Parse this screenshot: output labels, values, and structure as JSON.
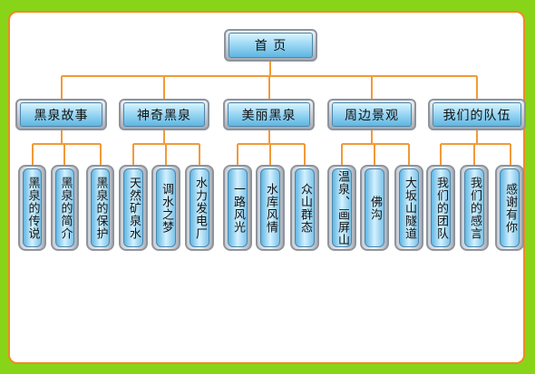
{
  "root": {
    "label": "首 页"
  },
  "sections": [
    {
      "label": "黑泉故事",
      "children": [
        "黑泉的传说",
        "黑泉的简介",
        "黑泉的保护"
      ]
    },
    {
      "label": "神奇黑泉",
      "children": [
        "天然矿泉水",
        "调水之梦",
        "水力发电厂"
      ]
    },
    {
      "label": "美丽黑泉",
      "children": [
        "一路风光",
        "水库风情",
        "众山群态"
      ]
    },
    {
      "label": "周边景观",
      "children": [
        "温泉、画屏山",
        "佛沟",
        "大坂山隧道"
      ]
    },
    {
      "label": "我们的队伍",
      "children": [
        "我们的团队",
        "我们的感言",
        "感谢有你"
      ]
    }
  ],
  "colors": {
    "background": "#88d418",
    "border": "#f08a22",
    "connector": "#f29a38",
    "node_fill": "#9ed8f4"
  }
}
